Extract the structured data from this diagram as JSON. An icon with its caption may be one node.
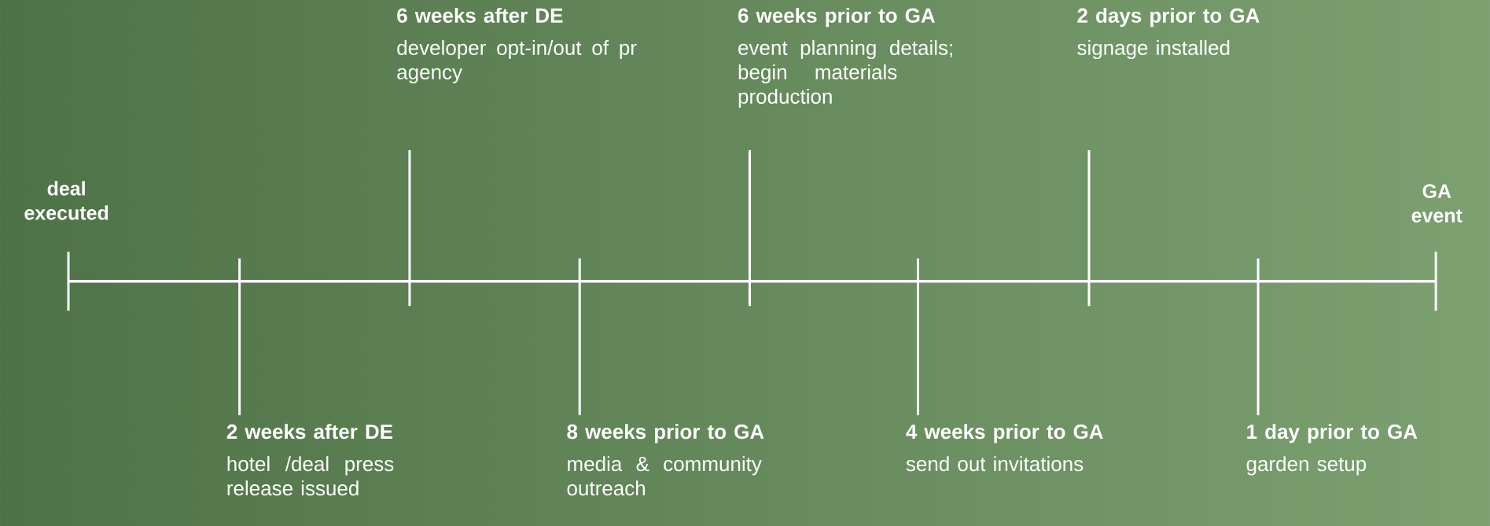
{
  "diagram": {
    "nodes": [
      {
        "text": [
          "deal executed"
        ]
      },
      {
        "text": [
          "2 weeks after DE",
          "hotel /deal press release issued"
        ]
      },
      {
        "text": [
          "6 weeks after DE",
          "developer opt-in/out of pr agency"
        ]
      },
      {
        "text": [
          "8 weeks prior to GA",
          "media & community outreach"
        ]
      },
      {
        "text": [
          "6 weeks prior to GA",
          "event planning details; begin materials production"
        ]
      },
      {
        "text": [
          "4 weeks prior to GA",
          "send out invitations"
        ]
      },
      {
        "text": [
          "2 days prior to GA",
          "signage installed"
        ]
      },
      {
        "text": [
          "1 day prior to GA",
          "garden setup"
        ]
      },
      {
        "text": [
          "GA event"
        ]
      }
    ]
  }
}
